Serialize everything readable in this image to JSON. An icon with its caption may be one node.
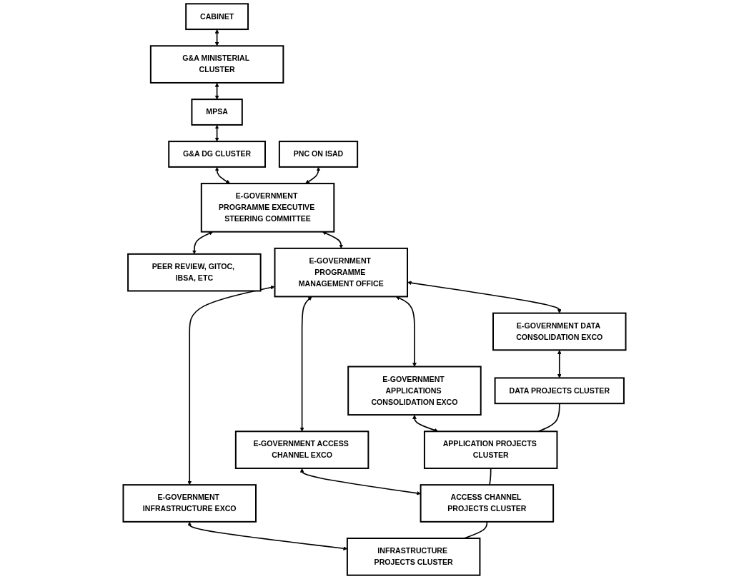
{
  "diagram": {
    "nodes": [
      {
        "text": [
          "CABINET"
        ]
      },
      {
        "text": [
          "G&A MINISTERIAL CLUSTER"
        ]
      },
      {
        "text": [
          "MPSA"
        ]
      },
      {
        "text": [
          "G&A DG CLUSTER"
        ]
      },
      {
        "text": [
          "PNC ON ISAD"
        ]
      },
      {
        "text": [
          "E-GOVERNMENT PROGRAMME EXECUTIVE STEERING COMMITTEE"
        ]
      },
      {
        "text": [
          "PEER REVIEW, GITOC, IBSA, ETC"
        ]
      },
      {
        "text": [
          "E-GOVERNMENT PROGRAMME MANAGEMENT OFFICE"
        ]
      },
      {
        "text": [
          "E-GOVERNMENT DATA CONSOLIDATION EXCO"
        ]
      },
      {
        "text": [
          "E-GOVERNMENT APPLICATIONS CONSOLIDATION EXCO"
        ]
      },
      {
        "text": [
          "E-GOVERNMENT ACCESS CHANNEL EXCO"
        ]
      },
      {
        "text": [
          "E-GOVERNMENT INFRASTRUCTURE EXCO"
        ]
      },
      {
        "text": [
          "DATA PROJECTS CLUSTER"
        ]
      },
      {
        "text": [
          "APPLICATION PROJECTS CLUSTER"
        ]
      },
      {
        "text": [
          "ACCESS CHANNEL PROJECTS CLUSTER"
        ]
      },
      {
        "text": [
          "INFRASTRUCTURE PROJECTS CLUSTER"
        ]
      }
    ],
    "edges": [
      {
        "from": 0,
        "to": 1,
        "arrow": "both"
      },
      {
        "from": 1,
        "to": 2,
        "arrow": "both"
      },
      {
        "from": 2,
        "to": 3,
        "arrow": "both"
      },
      {
        "from": 3,
        "to": 5,
        "arrow": "both"
      },
      {
        "from": 4,
        "to": 5,
        "arrow": "both"
      },
      {
        "from": 5,
        "to": 6,
        "arrow": "both"
      },
      {
        "from": 5,
        "to": 7,
        "arrow": "both"
      },
      {
        "from": 7,
        "to": 8,
        "arrow": "both"
      },
      {
        "from": 7,
        "to": 9,
        "arrow": "both"
      },
      {
        "from": 7,
        "to": 10,
        "arrow": "both"
      },
      {
        "from": 7,
        "to": 11,
        "arrow": "both"
      },
      {
        "from": 8,
        "to": 12,
        "arrow": "both"
      },
      {
        "from": 9,
        "to": 13,
        "arrow": "both"
      },
      {
        "from": 10,
        "to": 14,
        "arrow": "both"
      },
      {
        "from": 11,
        "to": 15,
        "arrow": "both"
      },
      {
        "from": 12,
        "to": 13,
        "arrow": "none"
      },
      {
        "from": 13,
        "to": 14,
        "arrow": "none"
      },
      {
        "from": 14,
        "to": 15,
        "arrow": "none"
      }
    ]
  }
}
